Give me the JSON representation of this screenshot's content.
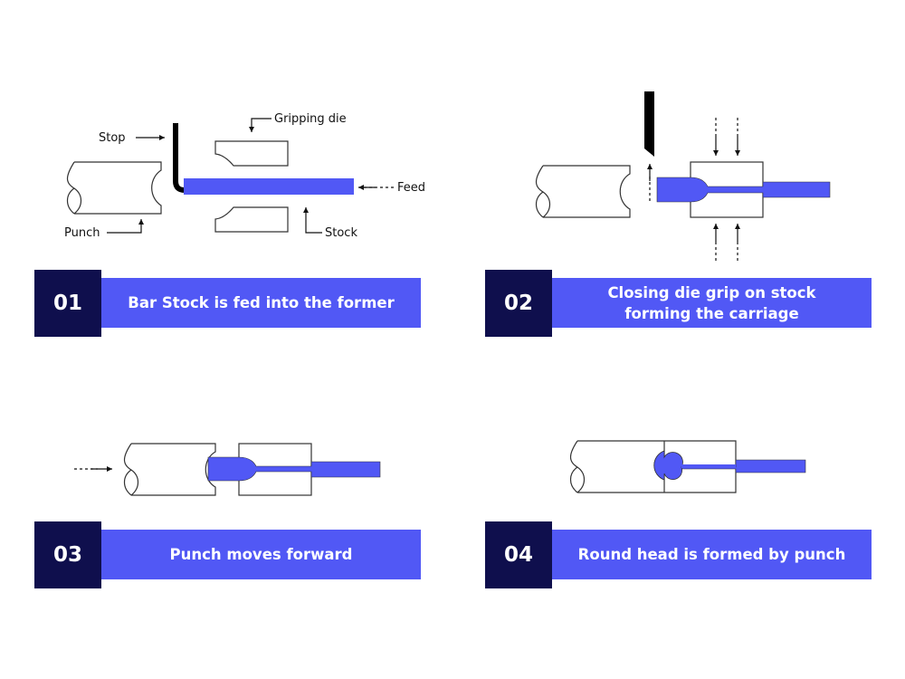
{
  "colors": {
    "stock": "#5158f5",
    "step_number_bg": "#0f0f4d",
    "caption_bg": "#5158f5",
    "stop": "#000000"
  },
  "diagram_labels": {
    "stop": "Stop",
    "gripping_die": "Gripping die",
    "feed": "Feed",
    "punch": "Punch",
    "stock": "Stock"
  },
  "steps": [
    {
      "number": "01",
      "caption": "Bar Stock is fed into the former"
    },
    {
      "number": "02",
      "caption": "Closing die grip on stock\nforming the carriage"
    },
    {
      "number": "03",
      "caption": "Punch moves forward"
    },
    {
      "number": "04",
      "caption": "Round head is formed by punch"
    }
  ]
}
